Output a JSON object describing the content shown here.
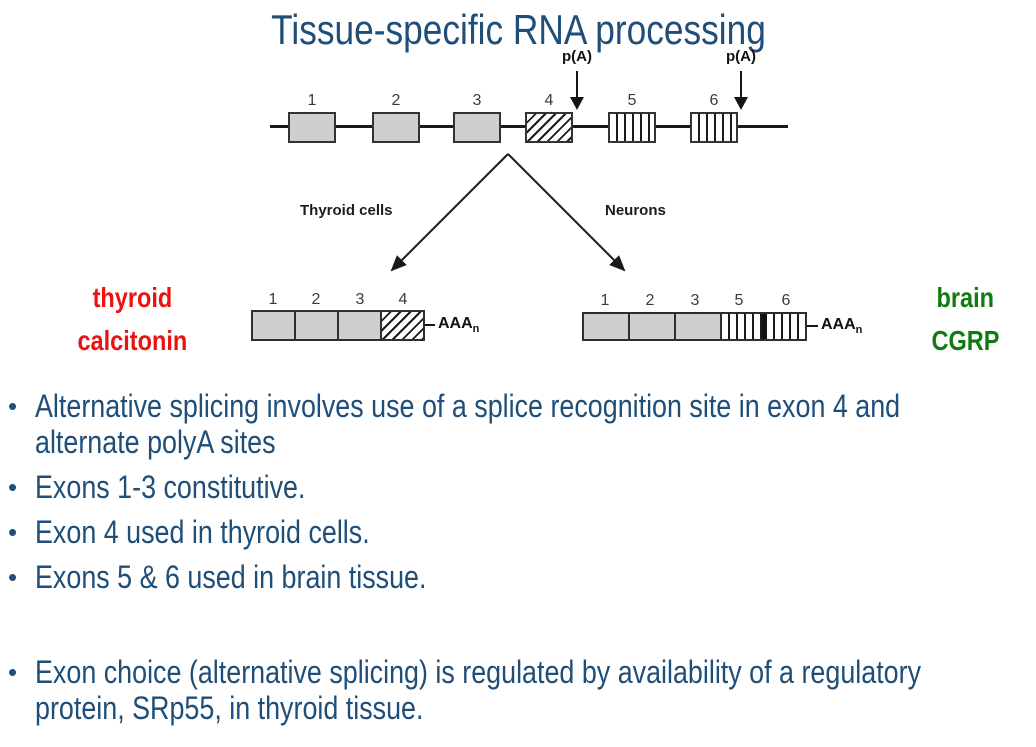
{
  "title": "Tissue-specific RNA processing",
  "colors": {
    "text_blue": "#1F4E79",
    "thyroid_red": "#EE1111",
    "brain_green": "#107C10",
    "diagram_gray": "#CFCFCF",
    "line_black": "#1A1A1A"
  },
  "figure": {
    "gene": {
      "exon_numbers": [
        "1",
        "2",
        "3",
        "4",
        "5",
        "6"
      ],
      "polyA": "p(A)"
    },
    "branch_left_label": "Thyroid cells",
    "branch_right_label": "Neurons",
    "thyroid_product": {
      "label_line1": "thyroid",
      "label_line2": "calcitonin",
      "exon_numbers": [
        "1",
        "2",
        "3",
        "4"
      ],
      "tail": "AAA",
      "tail_subscript": "n"
    },
    "brain_product": {
      "label_line1": "brain",
      "label_line2": "CGRP",
      "exon_numbers": [
        "1",
        "2",
        "3",
        "5",
        "6"
      ],
      "tail": "AAA",
      "tail_subscript": "n"
    }
  },
  "bullets": [
    {
      "lines": [
        "Alternative splicing involves use of a splice recognition site in exon 4 and",
        "alternate polyA sites"
      ]
    },
    {
      "lines": [
        "Exons 1-3 constitutive."
      ]
    },
    {
      "lines": [
        "Exon 4 used in thyroid cells."
      ]
    },
    {
      "lines": [
        "Exons 5 & 6 used in brain tissue."
      ]
    },
    {
      "lines": [
        "Exon choice (alternative splicing) is regulated by availability of a regulatory",
        "protein, SRp55, in thyroid tissue."
      ]
    }
  ]
}
